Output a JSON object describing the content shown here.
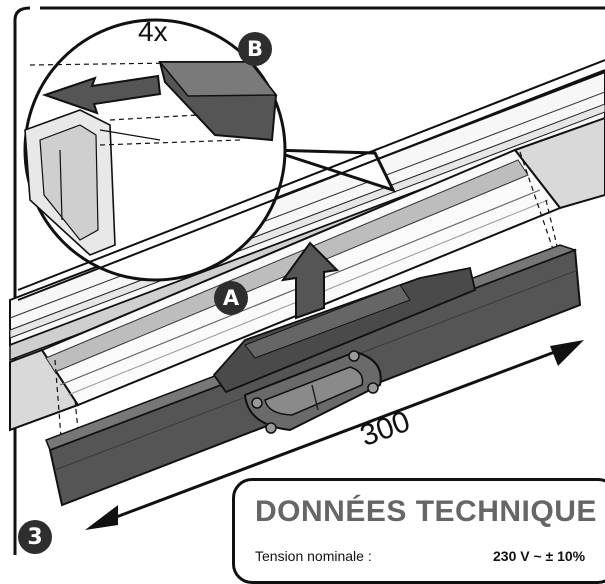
{
  "diagram": {
    "step_number": "3",
    "quantity_label": "4x",
    "callout_a": "A",
    "callout_b": "B",
    "dimension_label": "300"
  },
  "spec_panel": {
    "title": "DONNÉES TECHNIQUE",
    "rows": [
      {
        "label": "Tension nominale :",
        "value": "230 V ~ ± 10%"
      }
    ]
  },
  "colors": {
    "badge_fill": "#2e2e2e",
    "frame_fill": "#d9d9d9",
    "unit_dark": "#505050",
    "panel_title": "#666666"
  }
}
